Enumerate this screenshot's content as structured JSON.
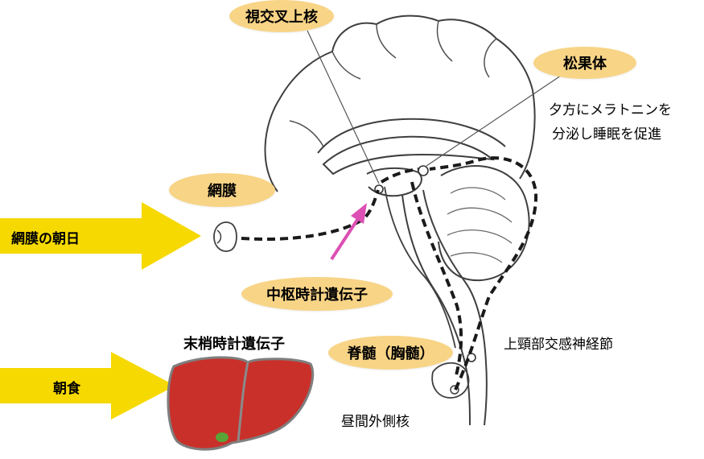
{
  "labels": {
    "scn": "視交叉上核",
    "pineal": "松果体",
    "pineal_desc_line1": "夕方にメラトニンを",
    "pineal_desc_line2": "分泌し睡眠を促進",
    "retina": "網膜",
    "central_clock": "中枢時計遺伝子",
    "peripheral_clock": "末梢時計遺伝子",
    "spinal_cord": "脊髄（胸髄）",
    "superior_cervical_ganglion": "上頸部交感神経節",
    "intermediolateral_nucleus": "昼間外側核"
  },
  "inputs": {
    "morning_sun": "網膜の朝日",
    "breakfast": "朝食"
  },
  "colors": {
    "oval_fill": "#f8d486",
    "arrow_fill": "#f6d900",
    "pink_arrow": "#dc4fb3",
    "liver": "#c9302a"
  }
}
